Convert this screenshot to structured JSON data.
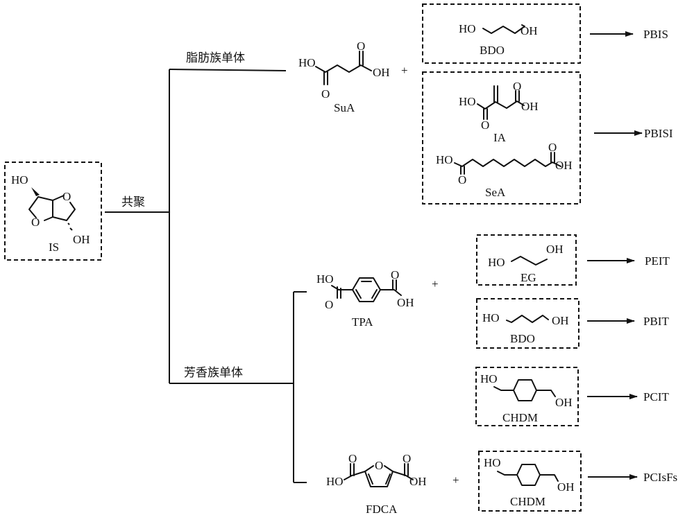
{
  "title": "Isosorbide copolymerization scheme",
  "start_monomer": {
    "label": "IS",
    "substituents": [
      "HO",
      "OH"
    ],
    "ring_atoms": [
      "O",
      "O"
    ]
  },
  "process_label": "共聚",
  "branches": [
    {
      "label": "脂肪族单体",
      "acids": [
        {
          "label": "SuA",
          "groups": [
            "HO",
            "OH",
            "O",
            "O"
          ]
        }
      ],
      "plus": "+",
      "routes": [
        {
          "comonomers": [
            {
              "label": "BDO",
              "groups": [
                "HO",
                "OH"
              ]
            }
          ],
          "product": "PBIS"
        },
        {
          "comonomers": [
            {
              "label": "IA",
              "groups": [
                "HO",
                "OH",
                "O",
                "O"
              ]
            },
            {
              "label": "SeA",
              "groups": [
                "HO",
                "OH",
                "O",
                "O"
              ]
            }
          ],
          "product": "PBISI"
        }
      ]
    },
    {
      "label": "芳香族单体",
      "sub_branches": [
        {
          "acid": {
            "label": "TPA",
            "groups": [
              "HO",
              "OH",
              "O",
              "O"
            ]
          },
          "plus": "+",
          "routes": [
            {
              "comonomers": [
                {
                  "label": "EG",
                  "groups": [
                    "HO",
                    "OH"
                  ]
                }
              ],
              "product": "PEIT"
            },
            {
              "comonomers": [
                {
                  "label": "BDO",
                  "groups": [
                    "HO",
                    "OH"
                  ]
                }
              ],
              "product": "PBIT"
            },
            {
              "comonomers": [
                {
                  "label": "CHDM",
                  "groups": [
                    "HO",
                    "OH"
                  ]
                }
              ],
              "product": "PCIT"
            }
          ]
        },
        {
          "acid": {
            "label": "FDCA",
            "groups": [
              "HO",
              "OH",
              "O",
              "O",
              "O"
            ]
          },
          "plus": "+",
          "routes": [
            {
              "comonomers": [
                {
                  "label": "CHDM",
                  "groups": [
                    "HO",
                    "OH"
                  ]
                }
              ],
              "product": "PCIsFs"
            }
          ]
        }
      ]
    }
  ]
}
